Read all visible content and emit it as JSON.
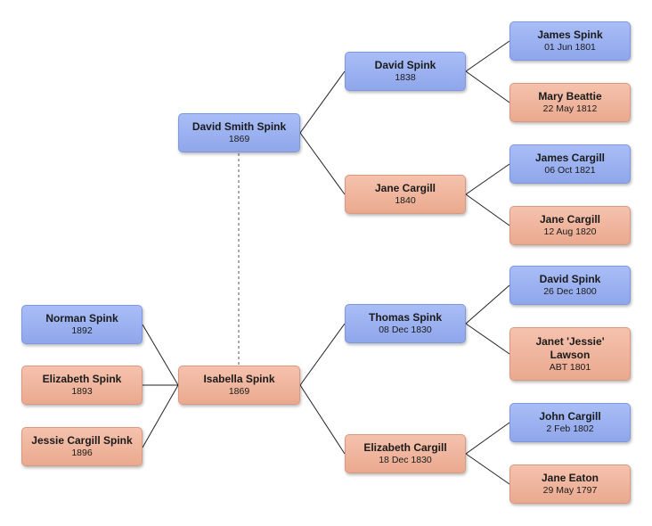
{
  "colors": {
    "male": "#9cb1f1",
    "female": "#efb59c",
    "line": "#222222",
    "spouse_line": "#555555"
  },
  "people": {
    "james_spink": {
      "name": "James Spink",
      "date": "01 Jun 1801",
      "sex": "male"
    },
    "mary_beattie": {
      "name": "Mary Beattie",
      "date": "22 May 1812",
      "sex": "female"
    },
    "james_cargill": {
      "name": "James Cargill",
      "date": "06 Oct 1821",
      "sex": "male"
    },
    "jane_cargill_1820": {
      "name": "Jane Cargill",
      "date": "12 Aug 1820",
      "sex": "female"
    },
    "david_spink_1800": {
      "name": "David Spink",
      "date": "26 Dec 1800",
      "sex": "male"
    },
    "janet_lawson": {
      "name": "Janet 'Jessie' Lawson",
      "date": "ABT 1801",
      "sex": "female"
    },
    "john_cargill": {
      "name": "John Cargill",
      "date": "2 Feb 1802",
      "sex": "male"
    },
    "jane_eaton": {
      "name": "Jane Eaton",
      "date": "29 May 1797",
      "sex": "female"
    },
    "david_spink_1838": {
      "name": "David Spink",
      "date": "1838",
      "sex": "male"
    },
    "jane_cargill_1840": {
      "name": "Jane Cargill",
      "date": "1840",
      "sex": "female"
    },
    "thomas_spink": {
      "name": "Thomas Spink",
      "date": "08 Dec 1830",
      "sex": "male"
    },
    "elizabeth_cargill": {
      "name": "Elizabeth Cargill",
      "date": "18 Dec 1830",
      "sex": "female"
    },
    "david_smith_spink": {
      "name": "David Smith Spink",
      "date": "1869",
      "sex": "male"
    },
    "isabella_spink": {
      "name": "Isabella Spink",
      "date": "1869",
      "sex": "female"
    },
    "norman_spink": {
      "name": "Norman Spink",
      "date": "1892",
      "sex": "male"
    },
    "elizabeth_spink": {
      "name": "Elizabeth Spink",
      "date": "1893",
      "sex": "female"
    },
    "jessie_cargill_spink": {
      "name": "Jessie Cargill Spink",
      "date": "1896",
      "sex": "female"
    }
  }
}
